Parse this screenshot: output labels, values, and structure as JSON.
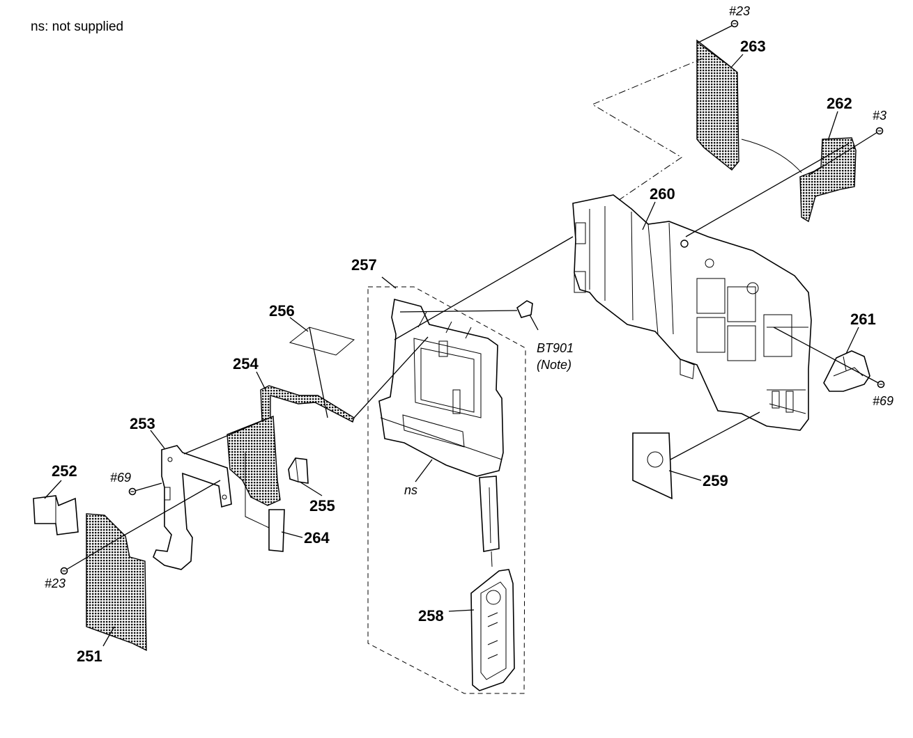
{
  "note": "ns: not supplied",
  "labels": {
    "l251": "251",
    "l252": "252",
    "l253": "253",
    "l254": "254",
    "l255": "255",
    "l256": "256",
    "l257": "257",
    "l258": "258",
    "l259": "259",
    "l260": "260",
    "l261": "261",
    "l262": "262",
    "l263": "263",
    "l264": "264",
    "s23a": "#23",
    "s23b": "#23",
    "s3": "#3",
    "s69a": "#69",
    "s69b": "#69",
    "bt901": "BT901",
    "btnote": "(Note)",
    "ns": "ns"
  }
}
